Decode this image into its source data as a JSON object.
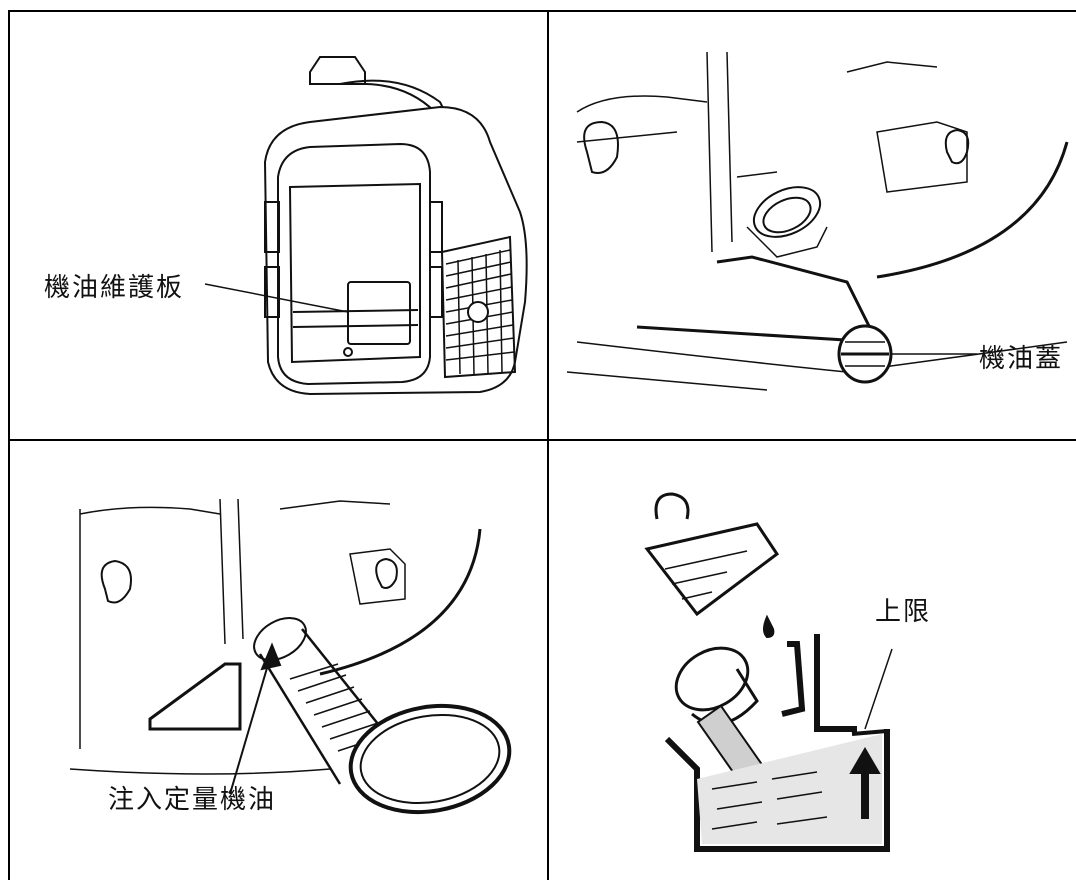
{
  "panels": [
    {
      "label": "機油維護板"
    },
    {
      "label": "機油蓋"
    },
    {
      "label": "注入定量機油"
    },
    {
      "label": "上限"
    }
  ],
  "colors": {
    "line": "#111111",
    "border": "#000000",
    "oil": "#9a9a9a"
  }
}
